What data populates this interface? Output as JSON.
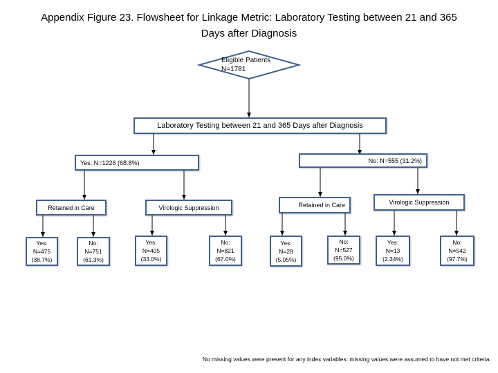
{
  "title": {
    "line1": "Appendix Figure 23. Flowsheet for Linkage Metric: Laboratory Testing between 21 and 365",
    "line2": "Days after Diagnosis"
  },
  "root": {
    "label": "Eligible Patients",
    "count": "N=1781"
  },
  "level1": {
    "label": "Laboratory Testing between 21 and 365 Days after Diagnosis"
  },
  "yes_branch": {
    "label": "Yes: N=1226 (68.8%)"
  },
  "no_branch": {
    "label": "No: N=555 (31.2%)"
  },
  "yes_retained": {
    "label": "Retained in Care",
    "yes": {
      "label": "Yes:",
      "count": "N=475",
      "pct": "(38.7%)"
    },
    "no": {
      "label": "No:",
      "count": "N=751",
      "pct": "(61.3%)"
    }
  },
  "yes_viro": {
    "label": "Virologic Suppression",
    "yes": {
      "label": "Yes:",
      "count": "N=405",
      "pct": "(33.0%)"
    },
    "no": {
      "label": "No:",
      "count": "N=821",
      "pct": "(67.0%)"
    }
  },
  "no_retained": {
    "label": "Retained in Care",
    "yes": {
      "label": "Yes:",
      "count": "N=28",
      "pct": "(5.05%)"
    },
    "no": {
      "label": "No:",
      "count": "N=527",
      "pct": "(95.0%)"
    }
  },
  "no_viro": {
    "label": "Virologic Suppression",
    "yes": {
      "label": "Yes:",
      "count": "N=13",
      "pct": "(2.34%)"
    },
    "no": {
      "label": "No:",
      "count": "N=542",
      "pct": "(97.7%)"
    }
  },
  "footnote": "No missing values were present for any index variables: missing values were assumed to have not met criteria.",
  "colors": {
    "border": "#41618e",
    "connector": "#000000"
  }
}
